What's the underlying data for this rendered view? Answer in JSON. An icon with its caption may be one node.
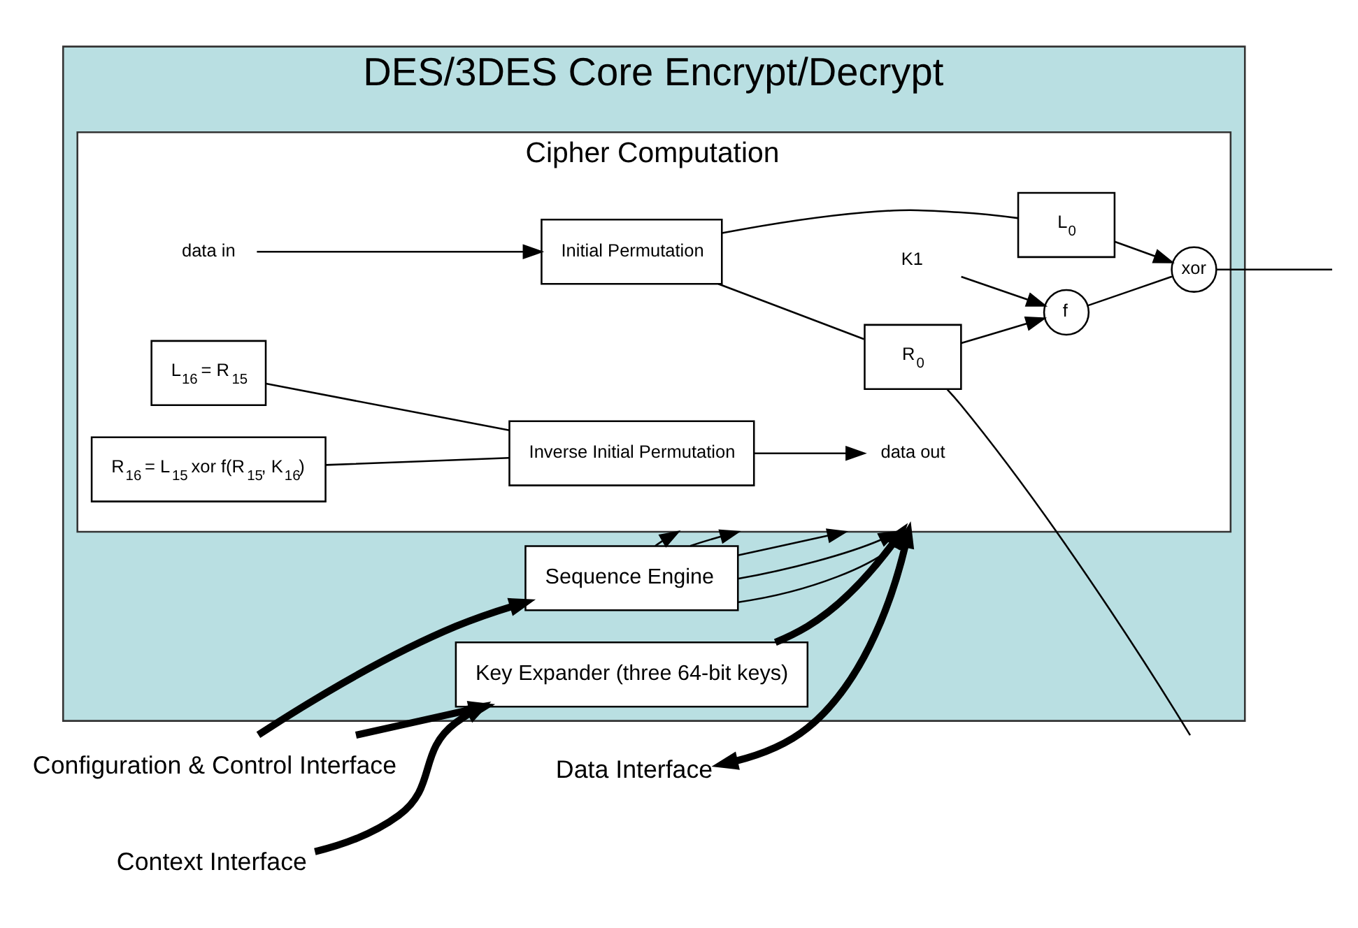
{
  "diagram": {
    "nodes": [
      {
        "text": [
          "DES/3DES Core Encrypt/Decrypt"
        ]
      },
      {
        "text": [
          "Configuration & Control Interface"
        ]
      },
      {
        "text": [
          "Context Interface"
        ]
      },
      {
        "text": [
          "Data Interface"
        ]
      },
      {
        "text": [
          "Sequence Engine"
        ],
        "in": 0
      },
      {
        "text": [
          "Key Expander (three 64-bit keys)"
        ],
        "in": 0
      },
      {
        "text": [
          "Cipher Computation"
        ],
        "in": 0
      },
      {
        "text": [
          "data in"
        ],
        "in": 6
      },
      {
        "text": [
          "Initial Permutation"
        ],
        "in": 6
      },
      {
        "text": [
          "L$_{0}$"
        ],
        "in": 6
      },
      {
        "text": [
          "R$_{0}$"
        ],
        "in": 6
      },
      {
        "text": [
          "K1"
        ],
        "in": 6
      },
      {
        "text": [
          "xor"
        ],
        "in": 6
      },
      {
        "text": [
          "f"
        ],
        "in": 6
      },
      {
        "text": [
          "R$_{16}$ = L$_{15}$ xor f(R$_{15}$, K$_{16}$)"
        ],
        "in": 6
      },
      {
        "text": [
          "L$_{16}$ = R$_{15}$"
        ],
        "in": 6
      },
      {
        "text": [
          "Inverse Initial Permutation"
        ],
        "in": 6
      },
      {
        "text": [
          "data out"
        ],
        "in": 6
      }
    ],
    "edges": [
      {
        "from": 1,
        "to": 4,
        "arrow": "to",
        "style": "thick"
      },
      {
        "from": 1,
        "to": 5,
        "arrow": "to",
        "style": "thick"
      },
      {
        "from": 2,
        "to": 5,
        "arrow": "to",
        "style": "thick"
      },
      {
        "from": 3,
        "to": 6,
        "arrow": "both",
        "style": "thick"
      },
      {
        "from": 5,
        "to": 6,
        "arrow": "to",
        "style": "thick"
      },
      {
        "from": 4,
        "to": 6,
        "arrow": "to"
      },
      {
        "from": 4,
        "to": 6,
        "arrow": "to"
      },
      {
        "from": 4,
        "to": 6,
        "arrow": "to"
      },
      {
        "from": 4,
        "to": 6,
        "arrow": "to"
      },
      {
        "from": 4,
        "to": 6,
        "arrow": "to"
      },
      {
        "from": 7,
        "to": 8,
        "arrow": "to"
      },
      {
        "from": 8,
        "to": 9,
        "arrow": "none"
      },
      {
        "from": 8,
        "to": 10,
        "arrow": "none"
      },
      {
        "from": 9,
        "to": 12,
        "arrow": "to"
      },
      {
        "from": 11,
        "to": 13,
        "arrow": "to"
      },
      {
        "from": 10,
        "to": 13,
        "arrow": "to"
      },
      {
        "from": 13,
        "to": 12,
        "arrow": "none"
      },
      {
        "from": 12,
        "to": null,
        "arrow": "none"
      },
      {
        "from": 10,
        "to": null,
        "arrow": "none"
      },
      {
        "from": 14,
        "to": 16,
        "arrow": "none"
      },
      {
        "from": 15,
        "to": 16,
        "arrow": "none"
      },
      {
        "from": 16,
        "to": 17,
        "arrow": "to"
      }
    ]
  }
}
